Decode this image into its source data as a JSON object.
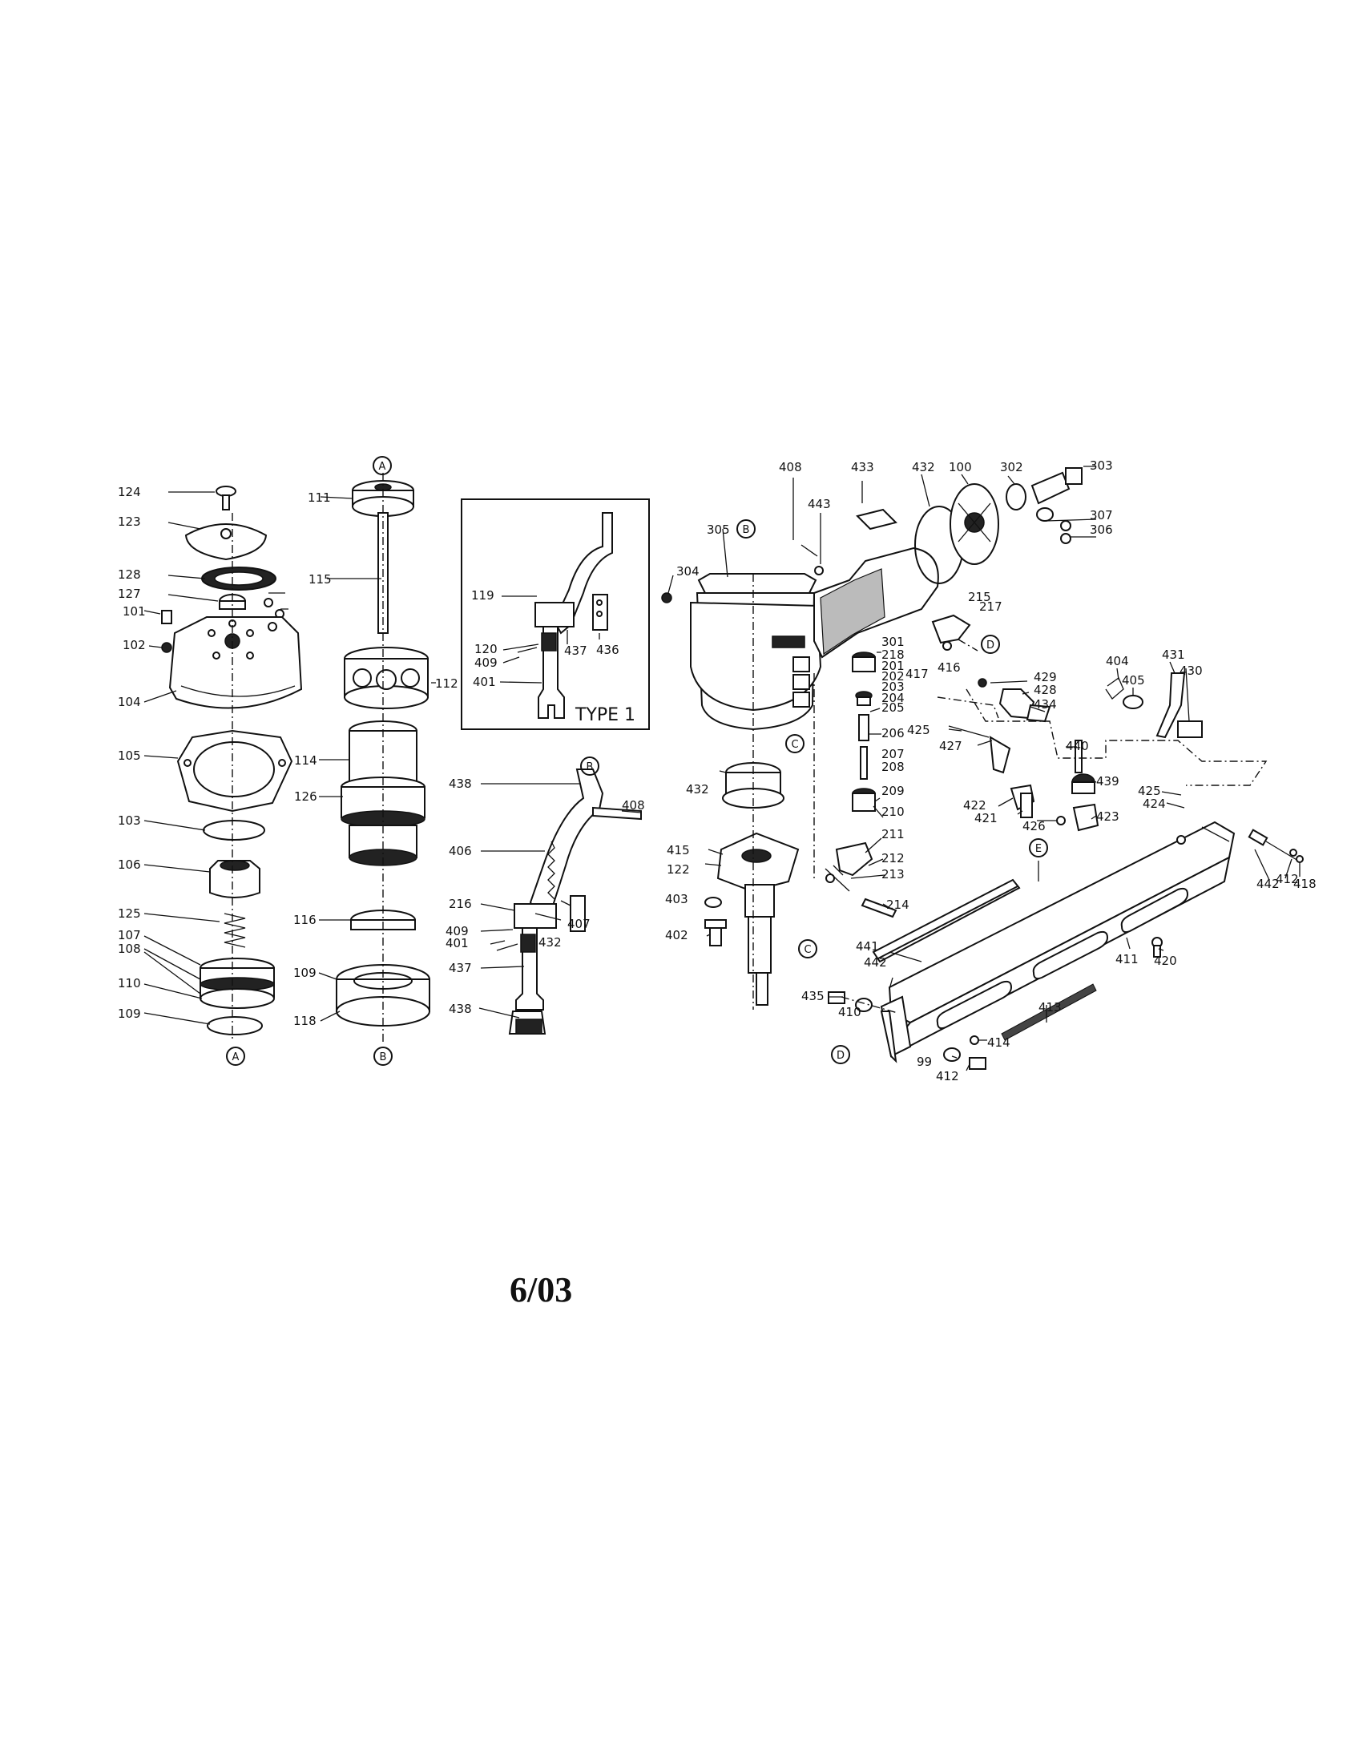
{
  "inset_label": "TYPE 1",
  "date": "6/03",
  "reference_letters": [
    "A",
    "A",
    "B",
    "B",
    "B",
    "C",
    "C",
    "D",
    "D",
    "E",
    "E"
  ],
  "callouts": [
    "124",
    "123",
    "128",
    "127",
    "101",
    "102",
    "104",
    "105",
    "103",
    "106",
    "125",
    "107",
    "108",
    "110",
    "109",
    "111",
    "115",
    "112",
    "114",
    "126",
    "116",
    "109",
    "118",
    "119",
    "120",
    "409",
    "436",
    "437",
    "401",
    "438",
    "408",
    "406",
    "216",
    "407",
    "409",
    "401",
    "432",
    "437",
    "438",
    "408",
    "443",
    "433",
    "432",
    "100",
    "302",
    "303",
    "307",
    "306",
    "305",
    "304",
    "301",
    "218",
    "201",
    "202",
    "203",
    "204",
    "205",
    "206",
    "207",
    "208",
    "209",
    "210",
    "211",
    "212",
    "213",
    "214",
    "215",
    "217",
    "417",
    "416",
    "432",
    "415",
    "122",
    "403",
    "402",
    "404",
    "405",
    "431",
    "430",
    "429",
    "428",
    "434",
    "425",
    "427",
    "440",
    "439",
    "423",
    "422",
    "421",
    "426",
    "425",
    "424",
    "442",
    "412",
    "418",
    "441",
    "442",
    "435",
    "410",
    "411",
    "420",
    "413",
    "414",
    "99",
    "412",
    "420",
    "411"
  ]
}
